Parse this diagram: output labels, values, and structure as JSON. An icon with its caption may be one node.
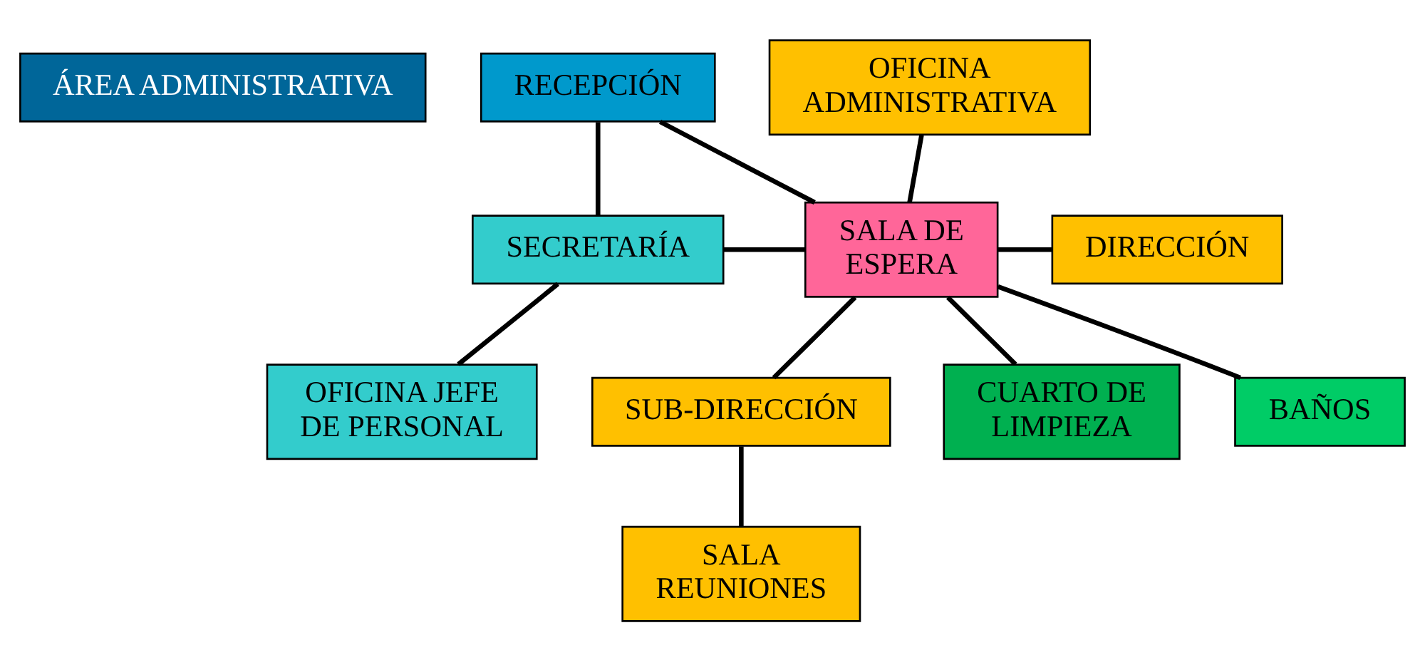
{
  "diagram": {
    "nodes": [
      {
        "text": [
          "ÁREA ADMINISTRATIVA"
        ]
      },
      {
        "text": [
          "RECEPCIÓN"
        ]
      },
      {
        "text": [
          "SECRETARÍA"
        ]
      },
      {
        "text": [
          "SALA DE ESPERA"
        ]
      },
      {
        "text": [
          "OFICINA ADMINISTRATIVA"
        ]
      },
      {
        "text": [
          "DIRECCIÓN"
        ]
      },
      {
        "text": [
          "OFICINA JEFE DE PERSONAL"
        ]
      },
      {
        "text": [
          "SUB-DIRECCIÓN"
        ]
      },
      {
        "text": [
          "CUARTO DE LIMPIEZA"
        ]
      },
      {
        "text": [
          "BAÑOS"
        ]
      },
      {
        "text": [
          "SALA REUNIONES"
        ]
      }
    ],
    "edges": [
      {
        "from": 1,
        "to": 2,
        "arrow": "none"
      },
      {
        "from": 1,
        "to": 3,
        "arrow": "none"
      },
      {
        "from": 2,
        "to": 3,
        "arrow": "none"
      },
      {
        "from": 2,
        "to": 6,
        "arrow": "none"
      },
      {
        "from": 3,
        "to": 8,
        "arrow": "none"
      },
      {
        "from": 3,
        "to": 9,
        "arrow": "none"
      },
      {
        "from": 3,
        "to": 4,
        "arrow": "none"
      },
      {
        "from": 3,
        "to": 5,
        "arrow": "none"
      },
      {
        "from": 3,
        "to": 7,
        "arrow": "none"
      },
      {
        "from": 7,
        "to": 10,
        "arrow": "none"
      }
    ]
  }
}
